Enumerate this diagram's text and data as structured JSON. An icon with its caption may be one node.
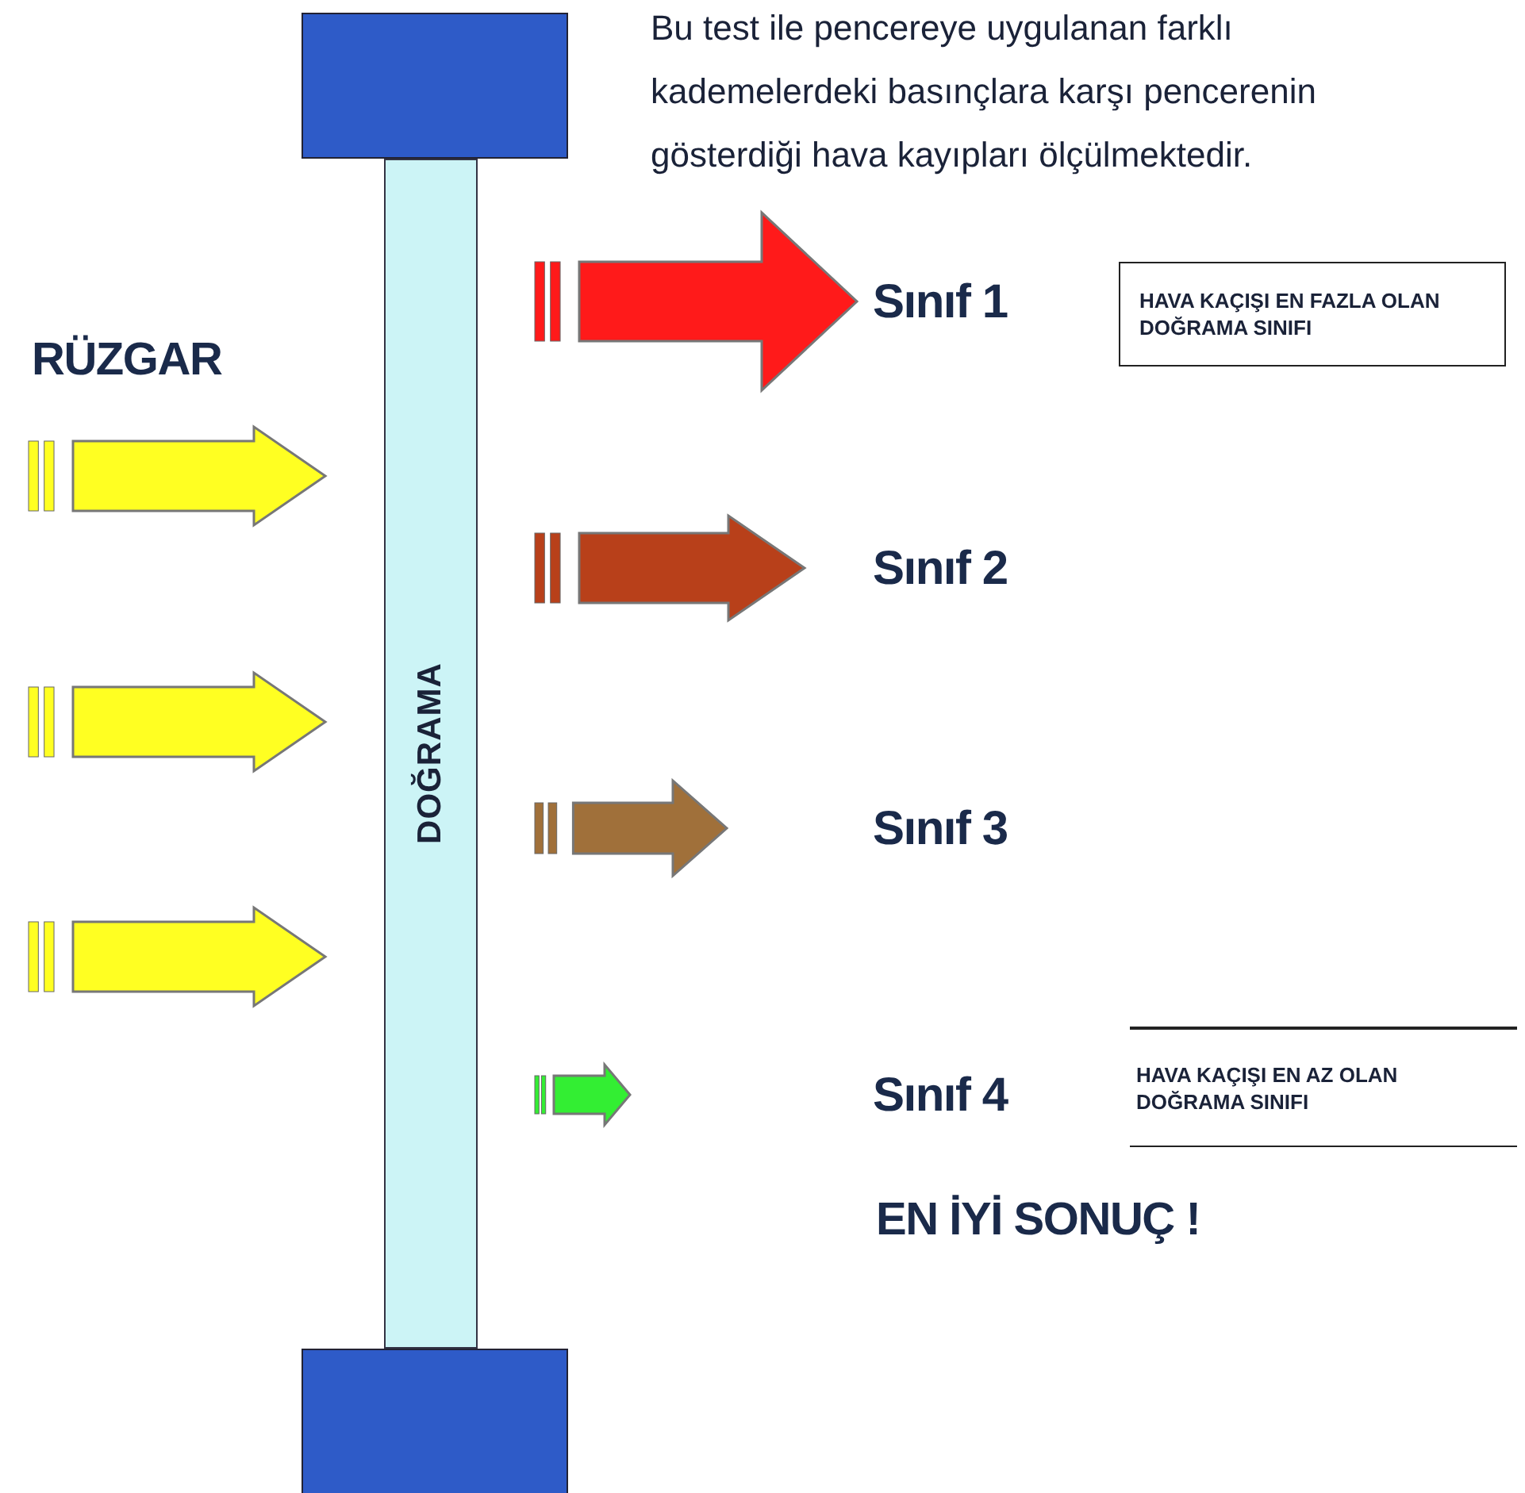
{
  "diagram": {
    "nodes": [
      {
        "text": [
          "DOĞRAMA"
        ]
      },
      {
        "text": [
          "Sınıf 1"
        ]
      },
      {
        "text": [
          "Sınıf 2"
        ]
      },
      {
        "text": [
          "Sınıf 3"
        ]
      },
      {
        "text": [
          "Sınıf 4"
        ]
      },
      {
        "text": [
          "HAVA KAÇIŞI EN FAZLA OLAN DOĞRAMA SINIFI"
        ]
      },
      {
        "text": [
          "HAVA KAÇIŞI EN AZ OLAN DOĞRAMA SINIFI"
        ]
      }
    ],
    "labels": [
      "Bu test ile pencereye uygulanan farklı kademelerdeki basınçlara karşı pencerenin gösterdiği hava kayıpları ölçülmektedir.",
      "RÜZGAR",
      "EN İYİ SONUÇ !"
    ]
  }
}
